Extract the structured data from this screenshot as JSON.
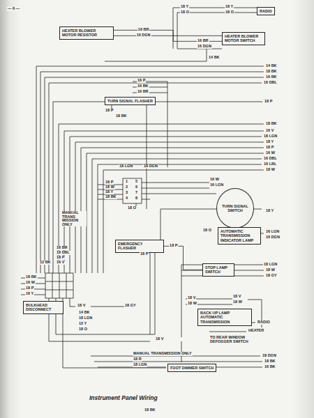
{
  "diagram": {
    "caption": "Instrument Panel Wiring",
    "nodes": [
      {
        "text": [
          "HEATER BLOWER MOTOR RESISTOR"
        ]
      },
      {
        "text": [
          "RADIO"
        ]
      },
      {
        "text": [
          "HEATER BLOWER MOTOR SWITCH"
        ]
      },
      {
        "text": [
          "TURN SIGNAL FLASHER"
        ]
      },
      {
        "text": [
          "TURN SIGNAL SWITCH"
        ]
      },
      {
        "text": [
          "AUTOMATIC TRANSMISSION INDICATOR LAMP"
        ]
      },
      {
        "text": [
          "EMERGENCY FLASHER"
        ]
      },
      {
        "text": [
          "STOP LAMP SWITCH"
        ]
      },
      {
        "text": [
          "BACK UP LAMP AUTOMATIC TRANSMISSION"
        ]
      },
      {
        "text": [
          "BULKHEAD DISCONNECT"
        ]
      },
      {
        "text": [
          "FOOT DIMMER SWITCH"
        ]
      }
    ],
    "edges": [
      {
        "from": 0,
        "to": 2,
        "arrow": "none",
        "label": "16 BR"
      },
      {
        "from": 0,
        "to": 2,
        "arrow": "none",
        "label": "16 DGN"
      },
      {
        "from": 6,
        "to": 7,
        "arrow": "none",
        "label": "18 P"
      }
    ],
    "labels": [
      "18 Y",
      "18 O",
      "18 Y",
      "18 O",
      "16 BR",
      "16 DGN",
      "14 BK",
      "14 BK",
      "18 BK",
      "16 BK",
      "16 DBL",
      "16 P",
      "16 BK",
      "16 BR",
      "18 P",
      "18 P",
      "18 BK",
      "18 BK",
      "16 V",
      "18 LGN",
      "18 Y",
      "18 P",
      "16 W",
      "16 DBL",
      "16 LBL",
      "18 W",
      "18 LGN",
      "18 DGN",
      "18 P",
      "18 W",
      "18 Y",
      "18 BK",
      "18 O",
      "1",
      "5",
      "2",
      "6",
      "3",
      "7",
      "4",
      "8",
      "16 W",
      "16 LGN",
      "18 O",
      "18 Y",
      "16 LGN",
      "16 DGN",
      "MANUAL TRANS MISSION ONLY",
      "18 P",
      "18 LGN",
      "18 W",
      "18 GY",
      "18 V",
      "18 W",
      "18 V",
      "18 W",
      "RADIO",
      "HEATER",
      "TO REAR WINDOW DEFOGGER SWITCH",
      "18 DGN",
      "18 BK",
      "16 BK",
      "16 BR",
      "16 DBL",
      "18 P",
      "16 V",
      "12 BK",
      "18 BK",
      "16 W",
      "18 P",
      "16 Y",
      "18 V",
      "14 BK",
      "18 LGN",
      "12 Y",
      "18 O",
      "18 GY",
      "18 V",
      "MANUAL TRANSMISSION ONLY",
      "18 R",
      "18 LGN",
      "18 BK",
      "— 6 —"
    ]
  }
}
